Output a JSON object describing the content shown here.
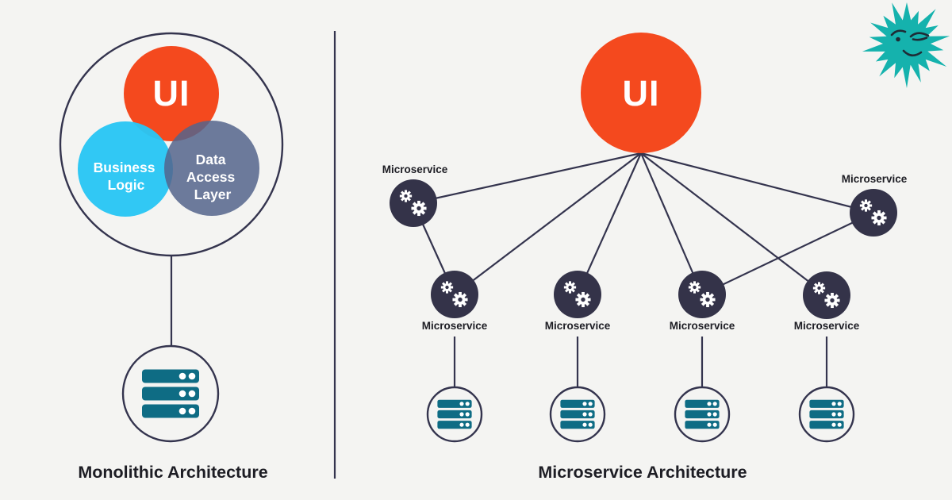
{
  "colors": {
    "background": "#f4f4f2",
    "ink": "#1d1d24",
    "line": "#34344e",
    "node": "#343349",
    "orange": "#f4491e",
    "cyan": "#29c6f4",
    "slate": "#53648c",
    "teal": "#0e6c84",
    "burst": "#15b2ad",
    "face": "#1e2c36",
    "white": "#ffffff"
  },
  "icons": {
    "gear": "gear-cog-icon",
    "server": "server-stack-icon",
    "mascot": "winking-starburst-icon"
  },
  "left": {
    "title": "Monolithic Architecture",
    "venn": {
      "ui": "UI",
      "business_lines": [
        "Business",
        "Logic"
      ],
      "data_lines": [
        "Data",
        "Access",
        "Layer"
      ]
    }
  },
  "right": {
    "title": "Microservice Architecture",
    "ui": "UI",
    "microservices": [
      {
        "label": "Microservice"
      },
      {
        "label": "Microservice"
      },
      {
        "label": "Microservice"
      },
      {
        "label": "Microservice"
      },
      {
        "label": "Microservice"
      },
      {
        "label": "Microservice"
      }
    ]
  }
}
